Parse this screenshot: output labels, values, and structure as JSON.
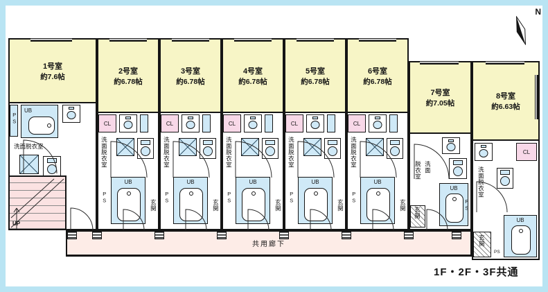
{
  "meta": {
    "compass": "N",
    "footer": "1F・2F・3F共通",
    "corridor": "共用廊下",
    "stairs_up": "UP"
  },
  "labels": {
    "ub": "UB",
    "cl": "CL",
    "ps": "PS",
    "washroom": "洗面脱衣室",
    "dressing": "脱衣室",
    "wash": "洗面",
    "entrance": "玄関"
  },
  "units": [
    {
      "name": "1号室",
      "size": "約7.6帖"
    },
    {
      "name": "2号室",
      "size": "約6.78帖"
    },
    {
      "name": "3号室",
      "size": "約6.78帖"
    },
    {
      "name": "4号室",
      "size": "約6.78帖"
    },
    {
      "name": "5号室",
      "size": "約6.78帖"
    },
    {
      "name": "6号室",
      "size": "約6.78帖"
    },
    {
      "name": "7号室",
      "size": "約7.05帖"
    },
    {
      "name": "8号室",
      "size": "約6.63帖"
    }
  ],
  "palette": {
    "background": "#b9e4f3",
    "canvas": "#ffffff",
    "room_fill": "#f7f5c6",
    "water_fill": "#cfe9f7",
    "closet_fill": "#f8d8e8",
    "corridor_fill": "#fdece7",
    "stairs_fill": "#fbe2e2",
    "wall": "#151515"
  }
}
